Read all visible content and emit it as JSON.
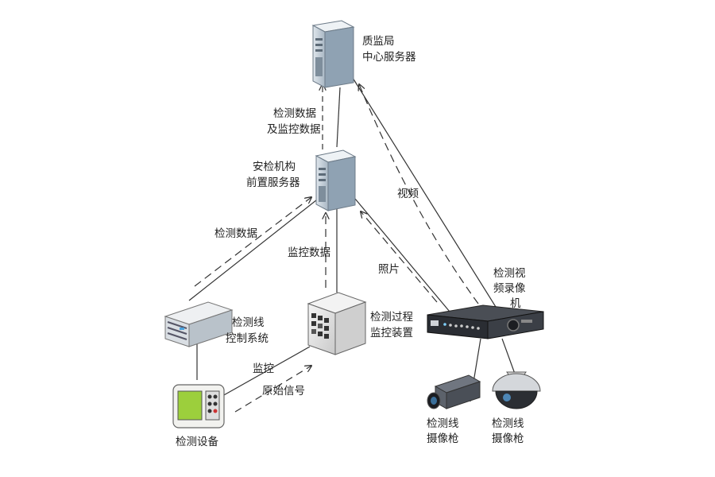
{
  "nodes": {
    "central_server": {
      "label_lines": [
        "质监局",
        "中心服务器"
      ]
    },
    "front_server": {
      "label_lines": [
        "安检机构",
        "前置服务器"
      ]
    },
    "line_control": {
      "label_lines": [
        "检测线",
        "控制系统"
      ]
    },
    "process_monitor": {
      "label_lines": [
        "检测过程",
        "监控装置"
      ]
    },
    "dvr": {
      "label_lines": [
        "检测视",
        "频录像",
        "机"
      ]
    },
    "test_equipment": {
      "label_lines": [
        "检测设备"
      ]
    },
    "camera_box": {
      "label_lines": [
        "检测线",
        "摄像枪"
      ]
    },
    "camera_dome": {
      "label_lines": [
        "检测线",
        "摄像枪"
      ]
    }
  },
  "edges": {
    "front_to_central": {
      "label_lines": [
        "检测数据",
        "及监控数据"
      ]
    },
    "control_to_front": {
      "label_lines": [
        "检测数据"
      ]
    },
    "monitor_to_front": {
      "label_lines": [
        "监控数据"
      ]
    },
    "dvr_to_central": {
      "label_lines": [
        "视频"
      ]
    },
    "dvr_to_front": {
      "label_lines": [
        "照片"
      ]
    },
    "equipment_monitor": {
      "label_lines": [
        "监控"
      ]
    },
    "equipment_to_monitor": {
      "label_lines": [
        "原始信号"
      ]
    }
  },
  "colors": {
    "line": "#333333",
    "server_body": "#c9d3dc",
    "server_face": "#8fa2b3",
    "device_screen": "#9ccf3c",
    "dvr_body": "#2a2d33"
  }
}
